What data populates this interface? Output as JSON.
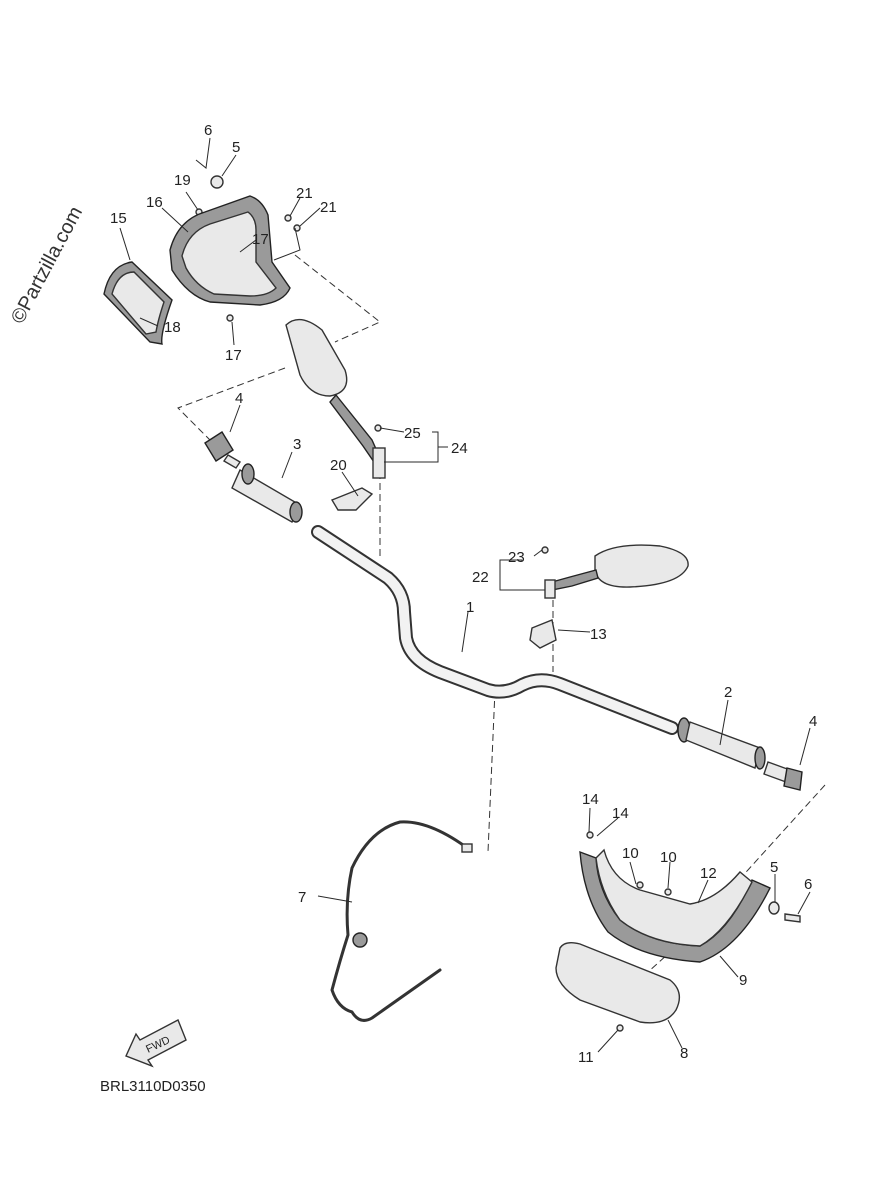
{
  "watermark": "©Partzilla.com",
  "diagram_code": "BRL3110D0350",
  "fwd_label": "FWD",
  "colors": {
    "ink": "#333333",
    "fill_light": "#e9e9e9",
    "fill_dark": "#9a9a9a",
    "background": "#ffffff"
  },
  "callouts": {
    "c1": "1",
    "c2": "2",
    "c3": "3",
    "c4a": "4",
    "c4b": "4",
    "c5a": "5",
    "c5b": "5",
    "c6a": "6",
    "c6b": "6",
    "c7": "7",
    "c8": "8",
    "c9": "9",
    "c10a": "10",
    "c10b": "10",
    "c11": "11",
    "c12": "12",
    "c13": "13",
    "c14a": "14",
    "c14b": "14",
    "c15": "15",
    "c16": "16",
    "c17a": "17",
    "c17b": "17",
    "c18": "18",
    "c19": "19",
    "c20": "20",
    "c21a": "21",
    "c21b": "21",
    "c22": "22",
    "c23": "23",
    "c24": "24",
    "c25": "25"
  }
}
